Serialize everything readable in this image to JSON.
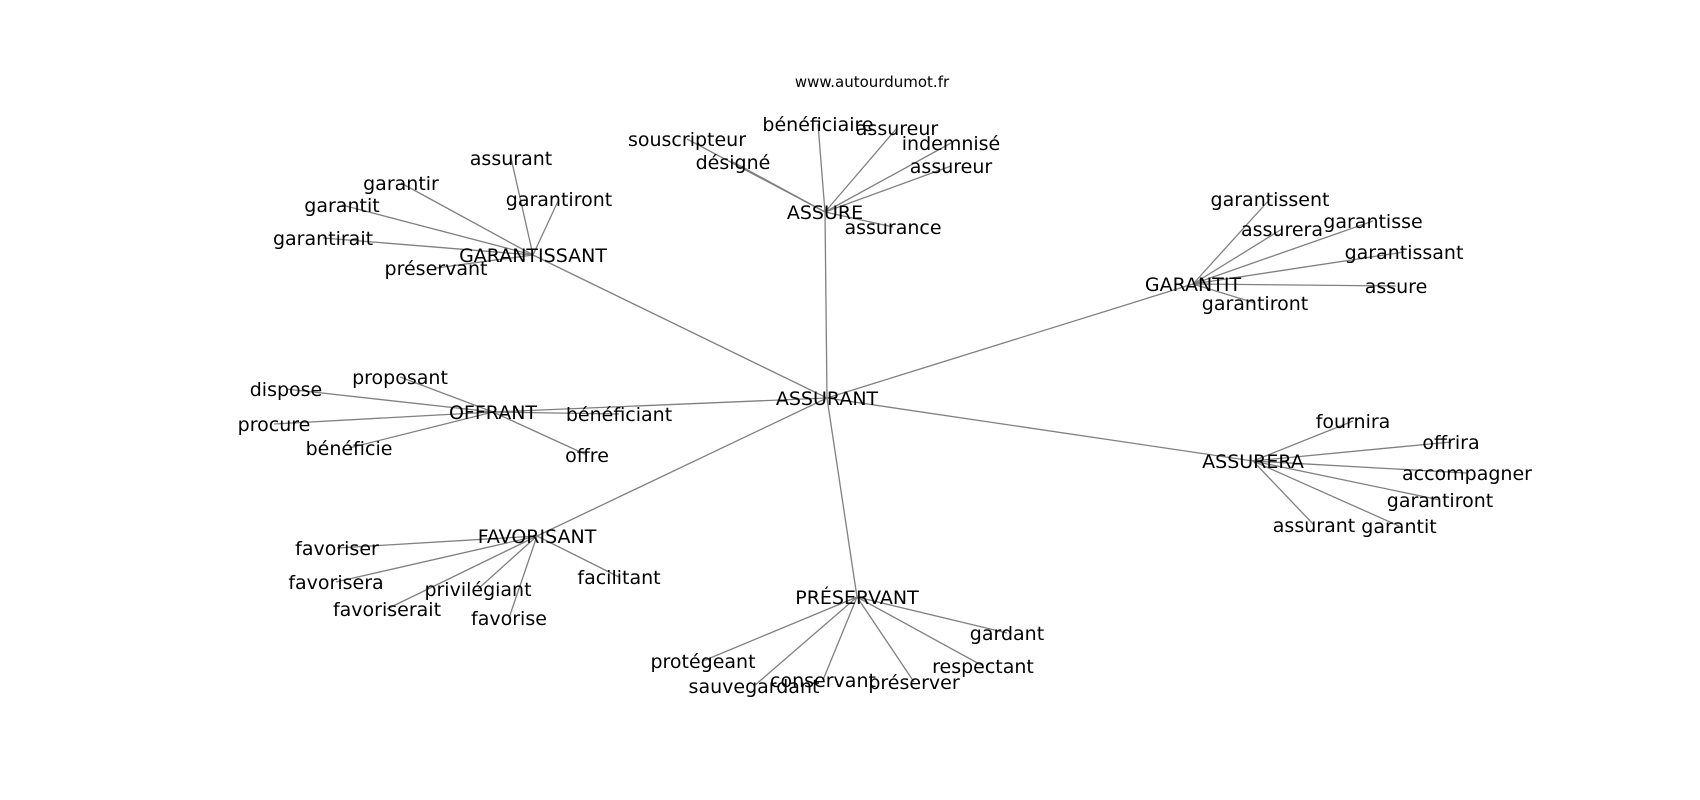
{
  "source": "www.autourdumot.fr",
  "center": "ASSURANT",
  "clusters": [
    {
      "label": "ASSURE",
      "words": [
        "bénéficiaire",
        "assureur",
        "souscripteur",
        "désigné",
        "indemnisé",
        "assureur",
        "assurance"
      ]
    },
    {
      "label": "GARANTISSANT",
      "words": [
        "assurant",
        "garantir",
        "garantiront",
        "garantit",
        "garantirait",
        "préservant"
      ]
    },
    {
      "label": "GARANTIT",
      "words": [
        "garantissent",
        "garantisse",
        "assurera",
        "garantissant",
        "assure",
        "garantiront"
      ]
    },
    {
      "label": "OFFRANT",
      "words": [
        "proposant",
        "dispose",
        "procure",
        "bénéficie",
        "bénéficiant",
        "offre"
      ]
    },
    {
      "label": "ASSURERA",
      "words": [
        "fournira",
        "offrira",
        "accompagner",
        "garantiront",
        "garantit",
        "assurant"
      ]
    },
    {
      "label": "FAVORISANT",
      "words": [
        "favoriser",
        "favorisera",
        "privilégiant",
        "facilitant",
        "favoriserait",
        "favorise"
      ]
    },
    {
      "label": "PRÉSERVANT",
      "words": [
        "gardant",
        "protégeant",
        "respectant",
        "conservant",
        "préserver",
        "sauvegardant"
      ]
    }
  ]
}
